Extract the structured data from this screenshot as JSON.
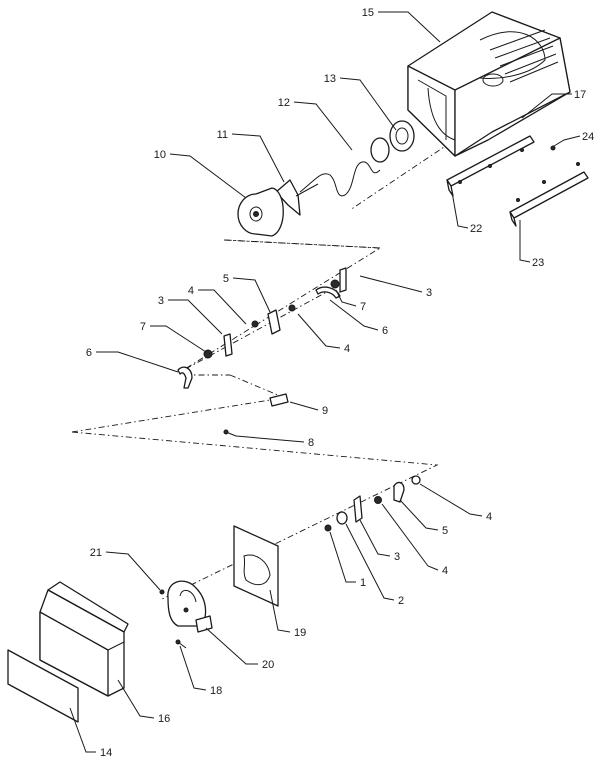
{
  "diagram": {
    "callouts": [
      {
        "id": "c15",
        "text": "15"
      },
      {
        "id": "c13",
        "text": "13"
      },
      {
        "id": "c17",
        "text": "17"
      },
      {
        "id": "c12",
        "text": "12"
      },
      {
        "id": "c24",
        "text": "24"
      },
      {
        "id": "c11",
        "text": "11"
      },
      {
        "id": "c10",
        "text": "10"
      },
      {
        "id": "c22",
        "text": "22"
      },
      {
        "id": "c23",
        "text": "23"
      },
      {
        "id": "c5a",
        "text": "5"
      },
      {
        "id": "c3a",
        "text": "3"
      },
      {
        "id": "c4a",
        "text": "4"
      },
      {
        "id": "c7a",
        "text": "7"
      },
      {
        "id": "c3b",
        "text": "3"
      },
      {
        "id": "c6a",
        "text": "6"
      },
      {
        "id": "c7b",
        "text": "7"
      },
      {
        "id": "c4b",
        "text": "4"
      },
      {
        "id": "c6b",
        "text": "6"
      },
      {
        "id": "c9",
        "text": "9"
      },
      {
        "id": "c8",
        "text": "8"
      },
      {
        "id": "c4c",
        "text": "4"
      },
      {
        "id": "c5b",
        "text": "5"
      },
      {
        "id": "c21",
        "text": "21"
      },
      {
        "id": "c1",
        "text": "1"
      },
      {
        "id": "c3c",
        "text": "3"
      },
      {
        "id": "c4d",
        "text": "4"
      },
      {
        "id": "c2",
        "text": "2"
      },
      {
        "id": "c19",
        "text": "19"
      },
      {
        "id": "c20",
        "text": "20"
      },
      {
        "id": "c18",
        "text": "18"
      },
      {
        "id": "c16",
        "text": "16"
      },
      {
        "id": "c14",
        "text": "14"
      }
    ]
  }
}
